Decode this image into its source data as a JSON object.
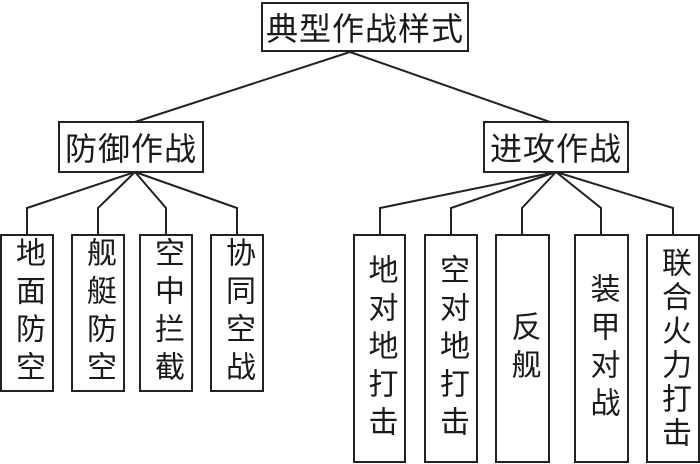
{
  "root": {
    "label": "典型作战样式"
  },
  "branches": [
    {
      "label": "防御作战",
      "children": [
        "地面防空",
        "舰艇防空",
        "空中拦截",
        "协同空战"
      ]
    },
    {
      "label": "进攻作战",
      "children": [
        "地对地打击",
        "空对地打击",
        "反舰",
        "装甲对战",
        "联合火力打击"
      ]
    }
  ]
}
